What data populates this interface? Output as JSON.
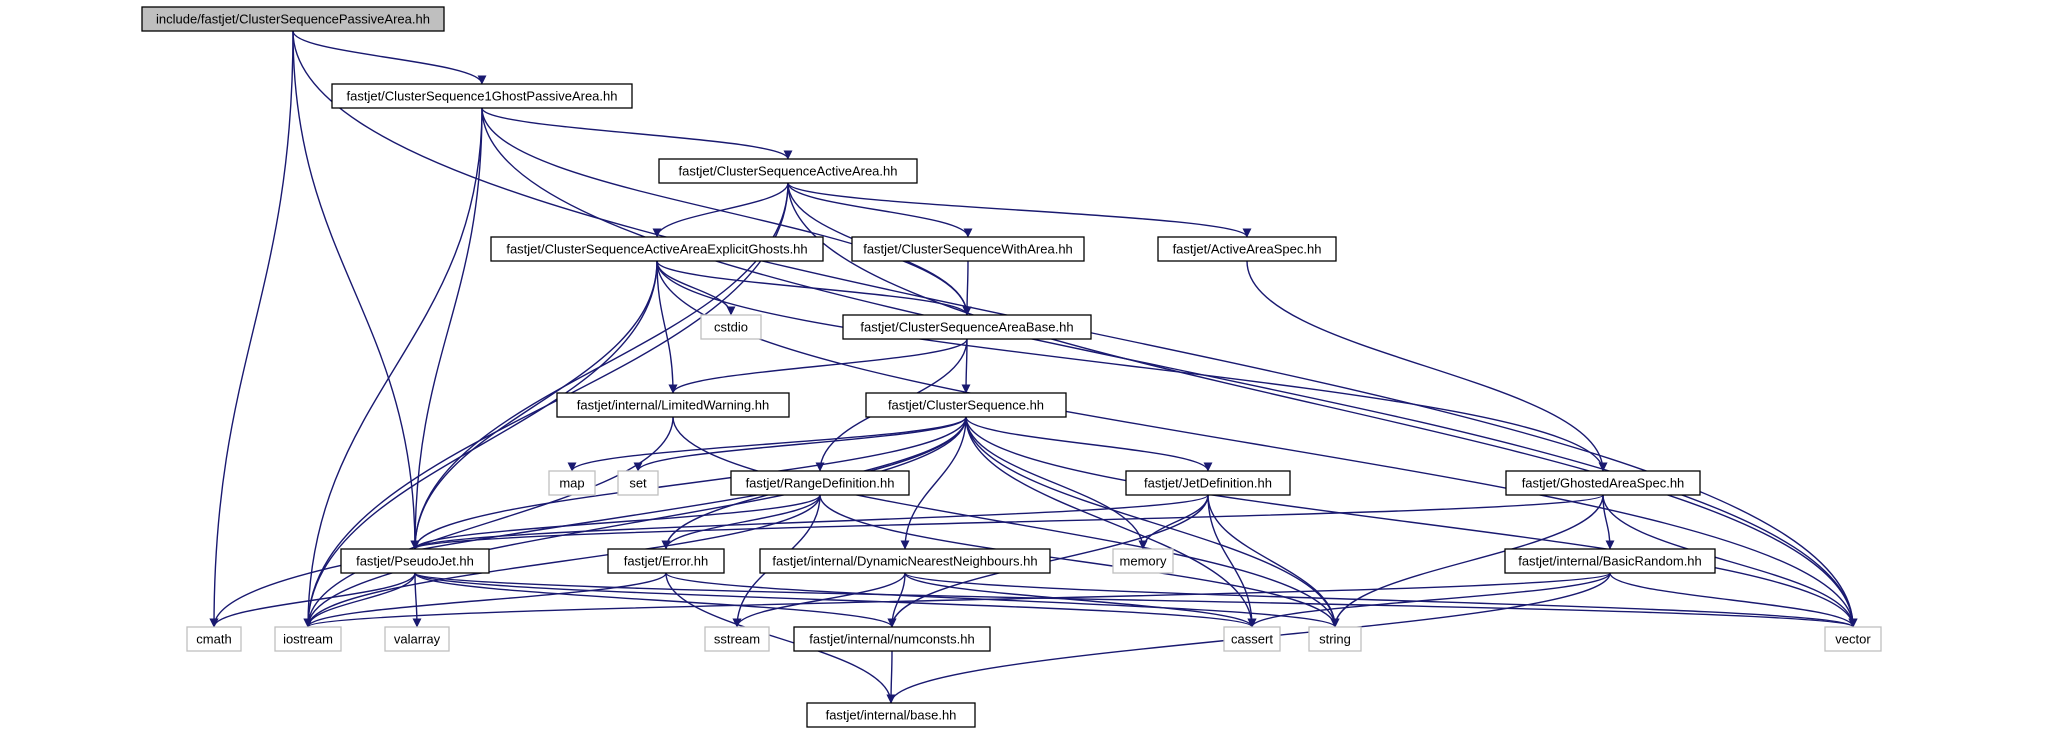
{
  "nodes": [
    {
      "id": "n_root",
      "label": "include/fastjet/ClusterSequencePassiveArea.hh",
      "kind": "root"
    },
    {
      "id": "n_1ghost",
      "label": "fastjet/ClusterSequence1GhostPassiveArea.hh",
      "kind": "header"
    },
    {
      "id": "n_active",
      "label": "fastjet/ClusterSequenceActiveArea.hh",
      "kind": "header"
    },
    {
      "id": "n_explicit",
      "label": "fastjet/ClusterSequenceActiveAreaExplicitGhosts.hh",
      "kind": "header"
    },
    {
      "id": "n_witharea",
      "label": "fastjet/ClusterSequenceWithArea.hh",
      "kind": "header"
    },
    {
      "id": "n_activespec",
      "label": "fastjet/ActiveAreaSpec.hh",
      "kind": "header"
    },
    {
      "id": "n_cstdio",
      "label": "cstdio",
      "kind": "system"
    },
    {
      "id": "n_areabase",
      "label": "fastjet/ClusterSequenceAreaBase.hh",
      "kind": "header"
    },
    {
      "id": "n_limited",
      "label": "fastjet/internal/LimitedWarning.hh",
      "kind": "header"
    },
    {
      "id": "n_cs",
      "label": "fastjet/ClusterSequence.hh",
      "kind": "header"
    },
    {
      "id": "n_map",
      "label": "map",
      "kind": "system"
    },
    {
      "id": "n_set",
      "label": "set",
      "kind": "system"
    },
    {
      "id": "n_rangedef",
      "label": "fastjet/RangeDefinition.hh",
      "kind": "header"
    },
    {
      "id": "n_jetdef",
      "label": "fastjet/JetDefinition.hh",
      "kind": "header"
    },
    {
      "id": "n_ghostedspec",
      "label": "fastjet/GhostedAreaSpec.hh",
      "kind": "header"
    },
    {
      "id": "n_memory",
      "label": "memory",
      "kind": "system"
    },
    {
      "id": "n_pseudojet",
      "label": "fastjet/PseudoJet.hh",
      "kind": "header"
    },
    {
      "id": "n_error",
      "label": "fastjet/Error.hh",
      "kind": "header"
    },
    {
      "id": "n_dnn",
      "label": "fastjet/internal/DynamicNearestNeighbours.hh",
      "kind": "header"
    },
    {
      "id": "n_basicrandom",
      "label": "fastjet/internal/BasicRandom.hh",
      "kind": "header"
    },
    {
      "id": "n_cmath",
      "label": "cmath",
      "kind": "system"
    },
    {
      "id": "n_iostream",
      "label": "iostream",
      "kind": "system"
    },
    {
      "id": "n_valarray",
      "label": "valarray",
      "kind": "system"
    },
    {
      "id": "n_sstream",
      "label": "sstream",
      "kind": "system"
    },
    {
      "id": "n_numconsts",
      "label": "fastjet/internal/numconsts.hh",
      "kind": "header"
    },
    {
      "id": "n_cassert",
      "label": "cassert",
      "kind": "system"
    },
    {
      "id": "n_string",
      "label": "string",
      "kind": "system"
    },
    {
      "id": "n_vector",
      "label": "vector",
      "kind": "system"
    },
    {
      "id": "n_base",
      "label": "fastjet/internal/base.hh",
      "kind": "header"
    }
  ],
  "edges": [
    [
      "n_root",
      "n_1ghost"
    ],
    [
      "n_root",
      "n_pseudojet"
    ],
    [
      "n_root",
      "n_cmath"
    ],
    [
      "n_root",
      "n_vector"
    ],
    [
      "n_1ghost",
      "n_active"
    ],
    [
      "n_1ghost",
      "n_areabase"
    ],
    [
      "n_1ghost",
      "n_pseudojet"
    ],
    [
      "n_1ghost",
      "n_iostream"
    ],
    [
      "n_1ghost",
      "n_vector"
    ],
    [
      "n_active",
      "n_explicit"
    ],
    [
      "n_active",
      "n_witharea"
    ],
    [
      "n_active",
      "n_activespec"
    ],
    [
      "n_active",
      "n_areabase"
    ],
    [
      "n_active",
      "n_pseudojet"
    ],
    [
      "n_active",
      "n_iostream"
    ],
    [
      "n_active",
      "n_vector"
    ],
    [
      "n_explicit",
      "n_cstdio"
    ],
    [
      "n_explicit",
      "n_areabase"
    ],
    [
      "n_explicit",
      "n_limited"
    ],
    [
      "n_explicit",
      "n_pseudojet"
    ],
    [
      "n_explicit",
      "n_iostream"
    ],
    [
      "n_explicit",
      "n_ghostedspec"
    ],
    [
      "n_explicit",
      "n_vector"
    ],
    [
      "n_witharea",
      "n_areabase"
    ],
    [
      "n_activespec",
      "n_ghostedspec"
    ],
    [
      "n_areabase",
      "n_limited"
    ],
    [
      "n_areabase",
      "n_cs"
    ],
    [
      "n_areabase",
      "n_rangedef"
    ],
    [
      "n_limited",
      "n_iostream"
    ],
    [
      "n_limited",
      "n_string"
    ],
    [
      "n_cs",
      "n_map"
    ],
    [
      "n_cs",
      "n_set"
    ],
    [
      "n_cs",
      "n_pseudojet"
    ],
    [
      "n_cs",
      "n_jetdef"
    ],
    [
      "n_cs",
      "n_error"
    ],
    [
      "n_cs",
      "n_dnn"
    ],
    [
      "n_cs",
      "n_memory"
    ],
    [
      "n_cs",
      "n_cassert"
    ],
    [
      "n_cs",
      "n_string"
    ],
    [
      "n_cs",
      "n_vector"
    ],
    [
      "n_cs",
      "n_iostream"
    ],
    [
      "n_cs",
      "n_cmath"
    ],
    [
      "n_rangedef",
      "n_pseudojet"
    ],
    [
      "n_rangedef",
      "n_error"
    ],
    [
      "n_rangedef",
      "n_sstream"
    ],
    [
      "n_rangedef",
      "n_iostream"
    ],
    [
      "n_rangedef",
      "n_string"
    ],
    [
      "n_jetdef",
      "n_pseudojet"
    ],
    [
      "n_jetdef",
      "n_memory"
    ],
    [
      "n_jetdef",
      "n_numconsts"
    ],
    [
      "n_jetdef",
      "n_cassert"
    ],
    [
      "n_jetdef",
      "n_string"
    ],
    [
      "n_ghostedspec",
      "n_pseudojet"
    ],
    [
      "n_ghostedspec",
      "n_basicrandom"
    ],
    [
      "n_ghostedspec",
      "n_vector"
    ],
    [
      "n_ghostedspec",
      "n_string"
    ],
    [
      "n_pseudojet",
      "n_cmath"
    ],
    [
      "n_pseudojet",
      "n_iostream"
    ],
    [
      "n_pseudojet",
      "n_valarray"
    ],
    [
      "n_pseudojet",
      "n_numconsts"
    ],
    [
      "n_pseudojet",
      "n_cassert"
    ],
    [
      "n_pseudojet",
      "n_vector"
    ],
    [
      "n_error",
      "n_iostream"
    ],
    [
      "n_error",
      "n_string"
    ],
    [
      "n_error",
      "n_base"
    ],
    [
      "n_dnn",
      "n_numconsts"
    ],
    [
      "n_dnn",
      "n_cassert"
    ],
    [
      "n_dnn",
      "n_sstream"
    ],
    [
      "n_dnn",
      "n_vector"
    ],
    [
      "n_basicrandom",
      "n_iostream"
    ],
    [
      "n_basicrandom",
      "n_vector"
    ],
    [
      "n_basicrandom",
      "n_cassert"
    ],
    [
      "n_basicrandom",
      "n_base"
    ],
    [
      "n_numconsts",
      "n_base"
    ]
  ],
  "colors": {
    "edge": "#191970",
    "root_fill": "#bfbfbf",
    "system_border": "#bfbfbf",
    "header_border": "#000000"
  }
}
